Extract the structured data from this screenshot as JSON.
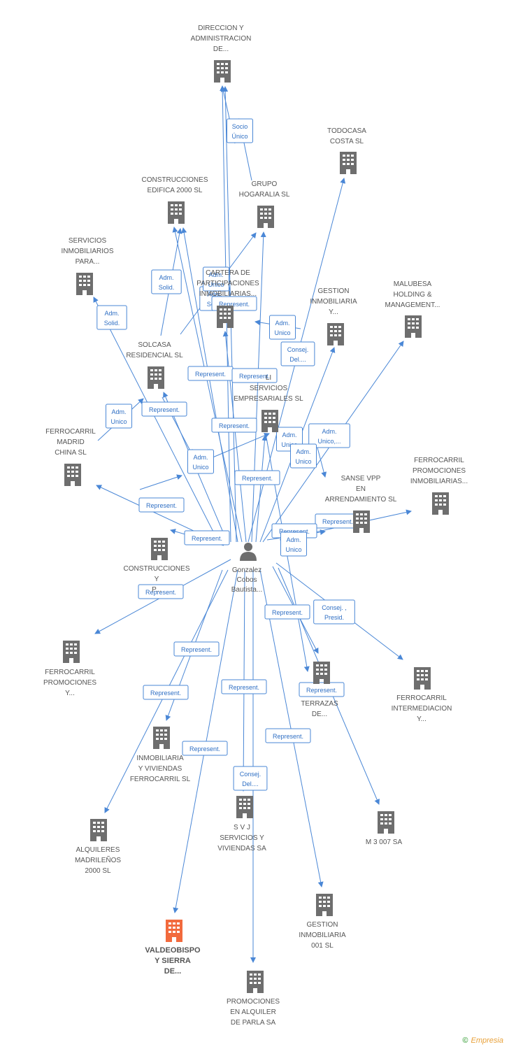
{
  "colors": {
    "edge": "#4a87d6",
    "building": "#6e6e6e",
    "focus_building": "#f26a3d",
    "person": "#6e6e6e"
  },
  "person": {
    "lines": [
      "Gonzalez",
      "Cobos",
      "Bautista..."
    ]
  },
  "companies": [
    {
      "id": "direccion",
      "lines": [
        "DIRECCION Y",
        "ADMINISTRACION",
        "DE..."
      ]
    },
    {
      "id": "todocasa",
      "lines": [
        "TODOCASA",
        "COSTA SL"
      ]
    },
    {
      "id": "edifica",
      "lines": [
        "CONSTRUCCIONES",
        "EDIFICA 2000 SL"
      ]
    },
    {
      "id": "hogaralia",
      "lines": [
        "GRUPO",
        "HOGARALIA SL"
      ]
    },
    {
      "id": "servinmo",
      "lines": [
        "SERVICIOS",
        "INMOBILIARIOS",
        "PARA..."
      ]
    },
    {
      "id": "cartera",
      "lines": [
        "CARTERA DE",
        "PARTICIPACIONES",
        "INMOBILIARIAS..."
      ]
    },
    {
      "id": "gestiony",
      "lines": [
        "GESTION",
        "INMOBILIARIA",
        "Y..."
      ]
    },
    {
      "id": "malubesa",
      "lines": [
        "MALUBESA",
        "HOLDING &",
        "MANAGEMENT..."
      ]
    },
    {
      "id": "solcasa",
      "lines": [
        "SOLCASA",
        "RESIDENCIAL SL"
      ]
    },
    {
      "id": "servemp",
      "lines": [
        "LI",
        "SERVICIOS",
        "EMPRESARIALES SL"
      ]
    },
    {
      "id": "ffcchina",
      "lines": [
        "FERROCARRIL",
        "MADRID",
        "CHINA SL"
      ]
    },
    {
      "id": "ffcpromoinmo",
      "lines": [
        "FERROCARRIL",
        "PROMOCIONES",
        "INMOBILIARIAS..."
      ]
    },
    {
      "id": "sanse",
      "lines": [
        "SANSE VPP",
        "EN",
        "ARRENDAMIENTO SL"
      ]
    },
    {
      "id": "construccionesy",
      "lines": [
        "CONSTRUCCIONES",
        "Y",
        "P..."
      ]
    },
    {
      "id": "ffcpromoy",
      "lines": [
        "FERROCARRIL",
        "PROMOCIONES",
        "Y..."
      ]
    },
    {
      "id": "ffcinter",
      "lines": [
        "FERROCARRIL",
        "INTERMEDIACION",
        "Y..."
      ]
    },
    {
      "id": "terrazas",
      "lines": [
        "TERRAZAS",
        "DE..."
      ]
    },
    {
      "id": "inmoviv",
      "lines": [
        "INMOBILIARIA",
        "Y VIVIENDAS",
        "FERROCARRIL SL"
      ]
    },
    {
      "id": "svj",
      "lines": [
        "S V J",
        "SERVICIOS Y",
        "VIVIENDAS SA"
      ]
    },
    {
      "id": "m3007",
      "lines": [
        "M 3 007 SA"
      ]
    },
    {
      "id": "alquileres",
      "lines": [
        "ALQUILERES",
        "MADRILEÑOS",
        "2000 SL"
      ]
    },
    {
      "id": "gestion001",
      "lines": [
        "GESTION",
        "INMOBILIARIA",
        "001 SL"
      ]
    },
    {
      "id": "valdeobispo",
      "lines": [
        "VALDEOBISPO",
        "Y SIERRA",
        "DE..."
      ],
      "focus": true
    },
    {
      "id": "promoalq",
      "lines": [
        "PROMOCIONES",
        "EN ALQUILER",
        "DE PARLA SA"
      ]
    }
  ],
  "edge_labels": [
    {
      "id": "l1",
      "lines": [
        "Socio",
        "Único"
      ]
    },
    {
      "id": "l2",
      "lines": [
        "Adm.",
        "Solid."
      ]
    },
    {
      "id": "l3",
      "lines": [
        "Adm.",
        "Solid."
      ]
    },
    {
      "id": "l4",
      "lines": [
        "Adm.",
        "Solid."
      ]
    },
    {
      "id": "l5",
      "lines": [
        "Represent."
      ]
    },
    {
      "id": "l6",
      "lines": [
        "Adm.",
        "Unico"
      ]
    },
    {
      "id": "l7",
      "lines": [
        "Consej.",
        "Del...."
      ]
    },
    {
      "id": "l8",
      "lines": [
        "Represent."
      ]
    },
    {
      "id": "l9",
      "lines": [
        "Represent."
      ]
    },
    {
      "id": "l10",
      "lines": [
        "Adm.",
        "Unico"
      ]
    },
    {
      "id": "l11",
      "lines": [
        "Represent."
      ]
    },
    {
      "id": "l12",
      "lines": [
        "Represent."
      ]
    },
    {
      "id": "l13",
      "lines": [
        "Adm.",
        "Unico"
      ]
    },
    {
      "id": "l14",
      "lines": [
        "Adm.",
        "Unico,..."
      ]
    },
    {
      "id": "l15",
      "lines": [
        "Adm.",
        "Unico"
      ]
    },
    {
      "id": "l16",
      "lines": [
        "Adm.",
        "Unico"
      ]
    },
    {
      "id": "l17",
      "lines": [
        "Adm.",
        "Unico"
      ]
    },
    {
      "id": "l18",
      "lines": [
        "Represent."
      ]
    },
    {
      "id": "l19",
      "lines": [
        "Represent."
      ]
    },
    {
      "id": "l20",
      "lines": [
        "Represent."
      ]
    },
    {
      "id": "l21",
      "lines": [
        "Represent."
      ]
    },
    {
      "id": "l22",
      "lines": [
        "Represent."
      ]
    },
    {
      "id": "l23",
      "lines": [
        "Adm.",
        "Unico"
      ]
    },
    {
      "id": "l24",
      "lines": [
        "Represent."
      ]
    },
    {
      "id": "l25",
      "lines": [
        "Represent."
      ]
    },
    {
      "id": "l26",
      "lines": [
        "Consej. ,",
        "Presid."
      ]
    },
    {
      "id": "l27",
      "lines": [
        "Represent."
      ]
    },
    {
      "id": "l28",
      "lines": [
        "Represent."
      ]
    },
    {
      "id": "l29",
      "lines": [
        "Represent."
      ]
    },
    {
      "id": "l30",
      "lines": [
        "Represent."
      ]
    },
    {
      "id": "l31",
      "lines": [
        "Represent."
      ]
    },
    {
      "id": "l32",
      "lines": [
        "Represent."
      ]
    },
    {
      "id": "l33",
      "lines": [
        "Consej.",
        "Del...."
      ]
    }
  ],
  "watermark": {
    "symbol": "©",
    "brand": "Empresia"
  }
}
